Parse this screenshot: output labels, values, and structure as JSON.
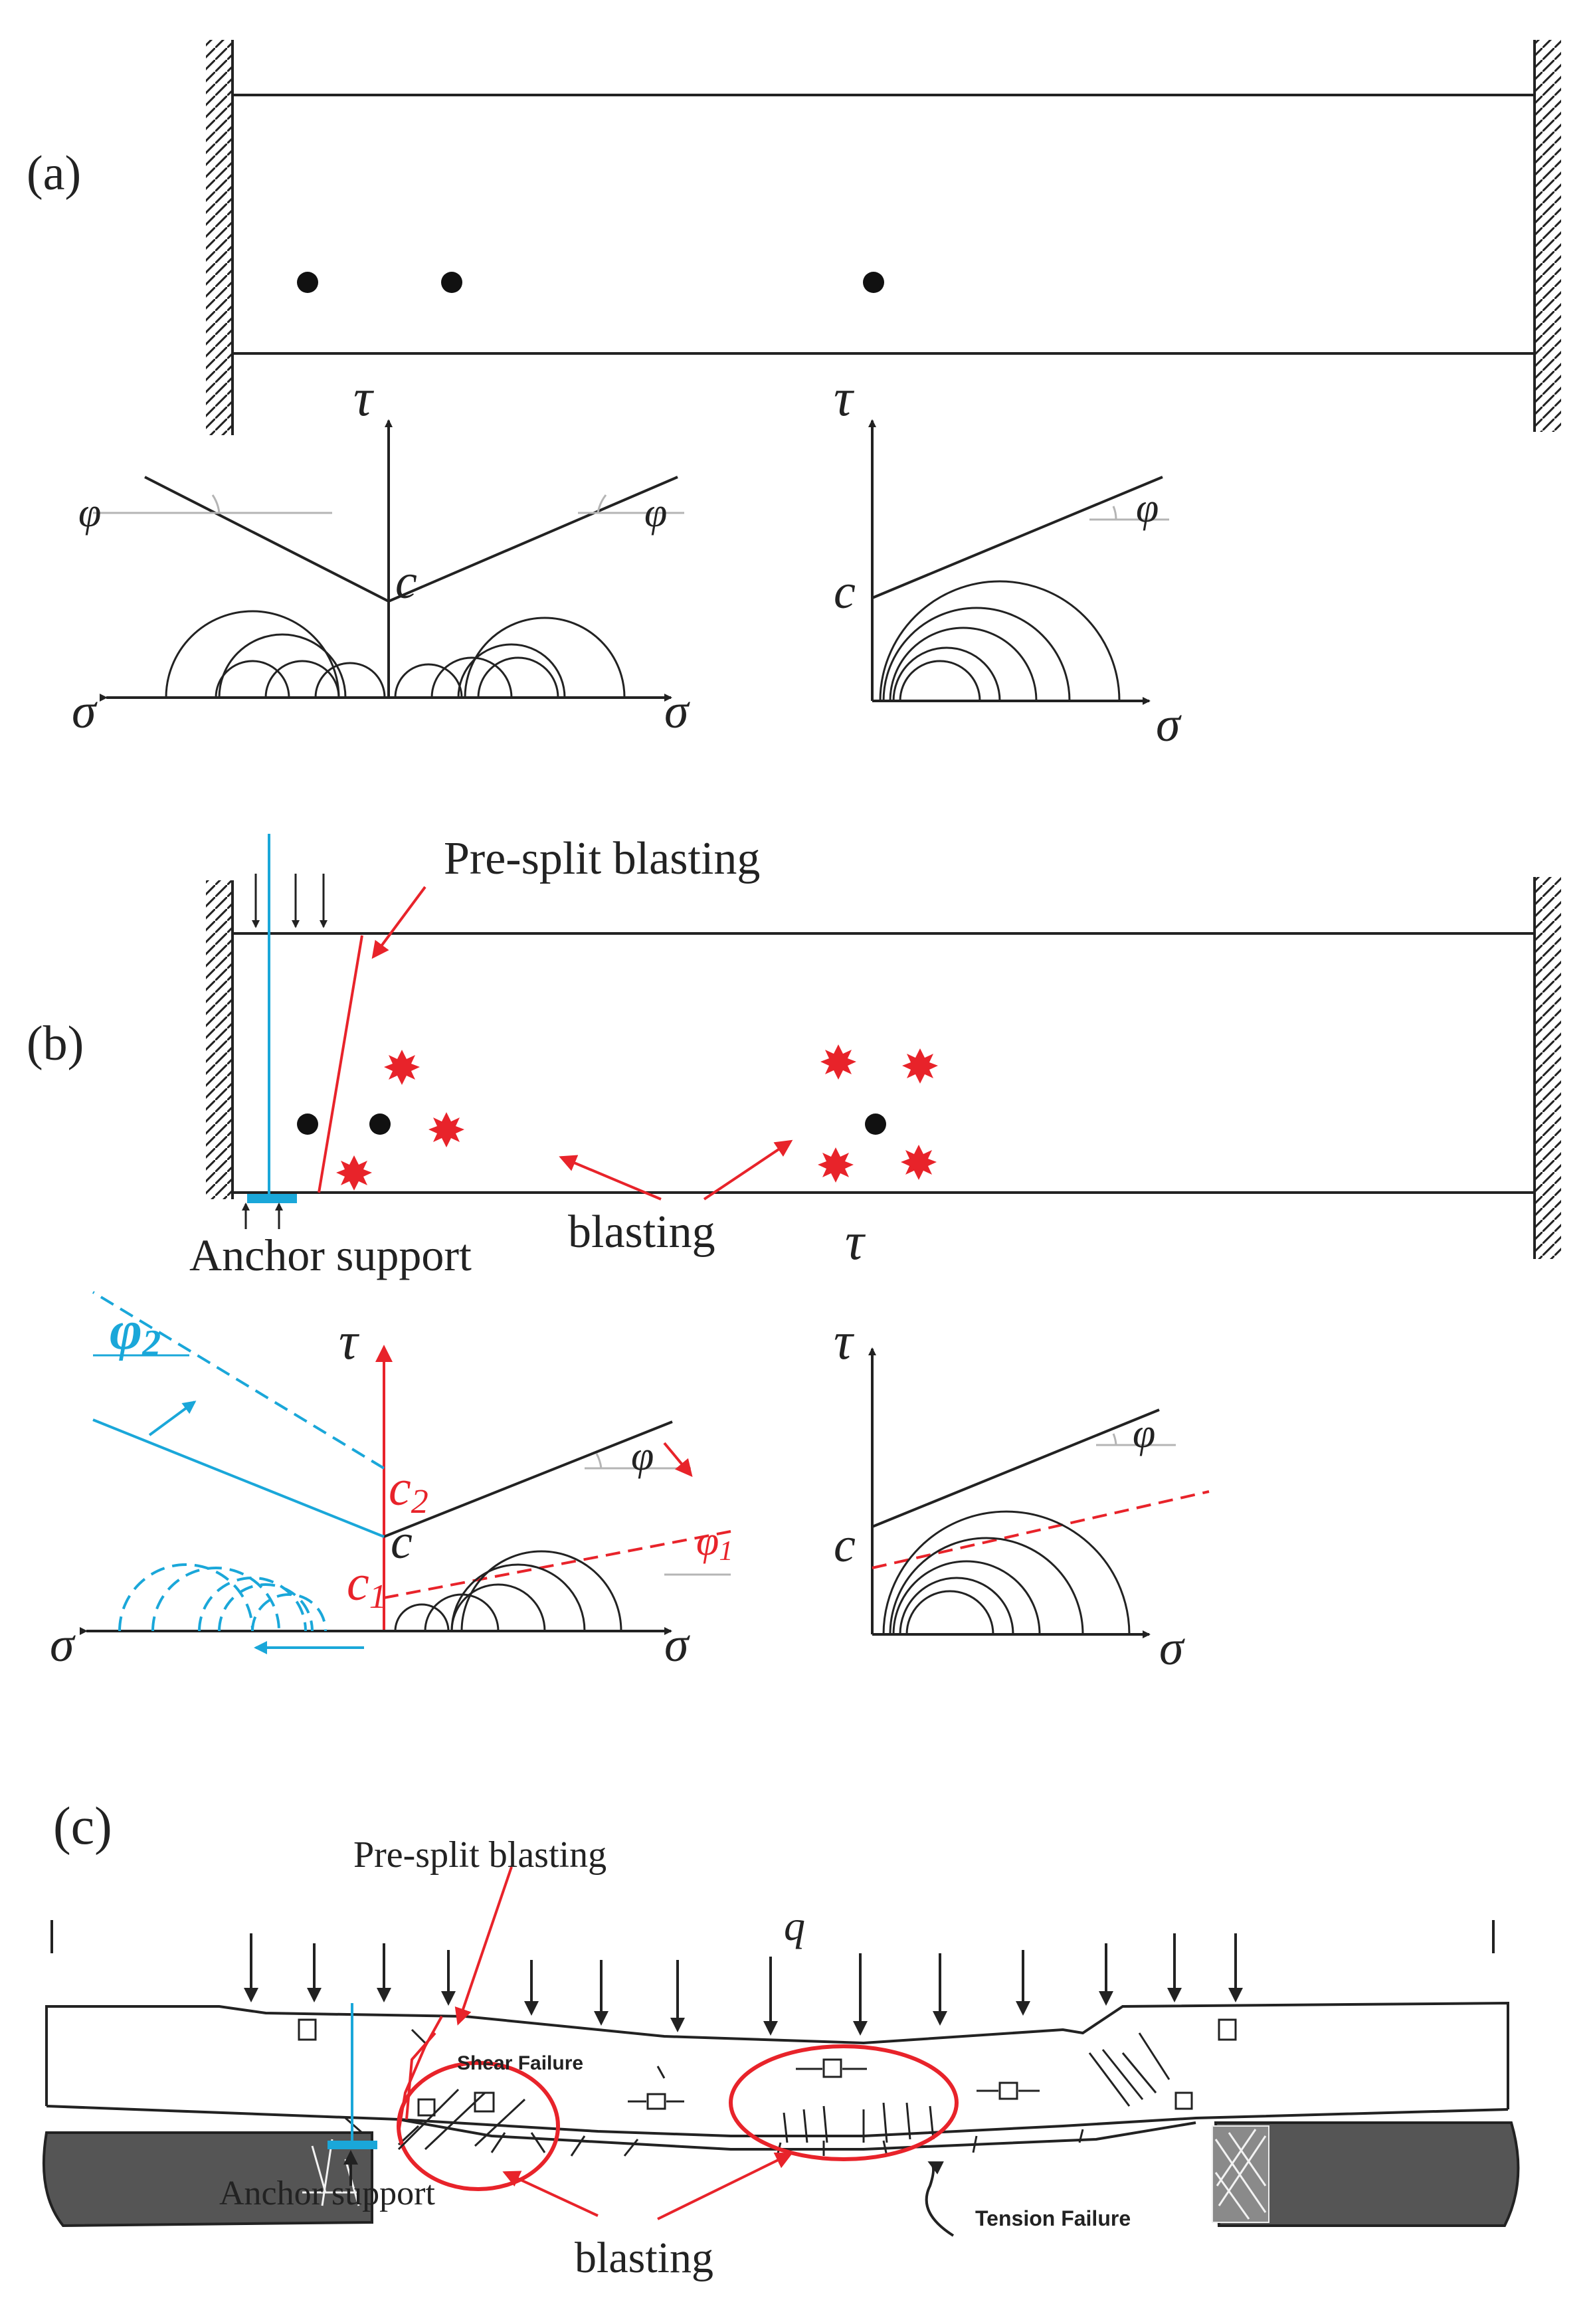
{
  "panel_labels": {
    "a": "(a)",
    "b": "(b)",
    "c": "(c)"
  },
  "symbols": {
    "tau": "τ",
    "sigma": "σ",
    "phi": "φ",
    "c": "c",
    "phi_1": "φ",
    "phi_1_sub": "1",
    "phi_2": "φ",
    "phi_2_sub": "2",
    "c_1": "c",
    "c_1_sub": "1",
    "c_2": "c",
    "c_2_sub": "2"
  },
  "annotations": {
    "pre_split_blasting": "Pre-split blasting",
    "blasting": "blasting",
    "anchor_support": "Anchor support",
    "shear_failure": "Shear Failure",
    "tension_failure": "Tension Failure",
    "load": "q"
  },
  "colors": {
    "line": "#222222",
    "anchor_blue": "#1aa7d9",
    "blast_red": "#e8232a",
    "ground_dark": "#555555",
    "envelope_grey": "#b5b5b5"
  }
}
